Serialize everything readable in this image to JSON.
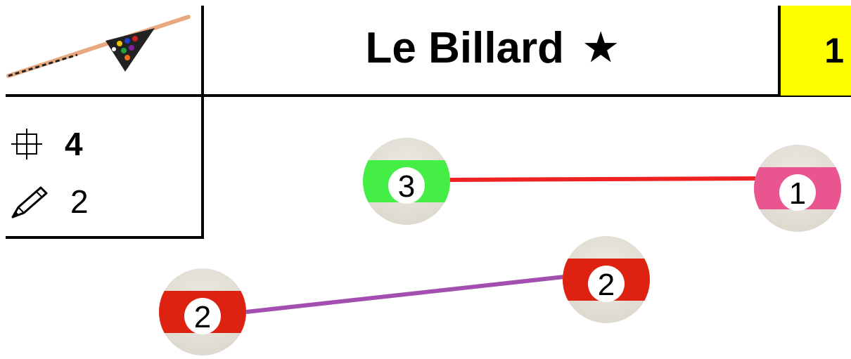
{
  "header": {
    "title": "Le Billard",
    "star": "★",
    "level": "1"
  },
  "stats": {
    "moves": {
      "icon": "crosshair-icon",
      "value": "4"
    },
    "pencil": {
      "icon": "pencil-icon",
      "value": "2"
    }
  },
  "balls": [
    {
      "id": "ball-3",
      "number": "3",
      "stripe_color": "#44ee44"
    },
    {
      "id": "ball-1",
      "number": "1",
      "stripe_color": "#e8558f"
    },
    {
      "id": "ball-2a",
      "number": "2",
      "stripe_color": "#dd2211"
    },
    {
      "id": "ball-2b",
      "number": "2",
      "stripe_color": "#dd2211"
    }
  ],
  "connections": [
    {
      "from": "ball-3",
      "to": "ball-1",
      "color": "#ee2222"
    },
    {
      "from": "ball-2a",
      "to": "ball-2b",
      "color": "#a24fb0"
    }
  ],
  "colors": {
    "level_box": "#ffff00",
    "ball_base": "#ddd9cf"
  }
}
